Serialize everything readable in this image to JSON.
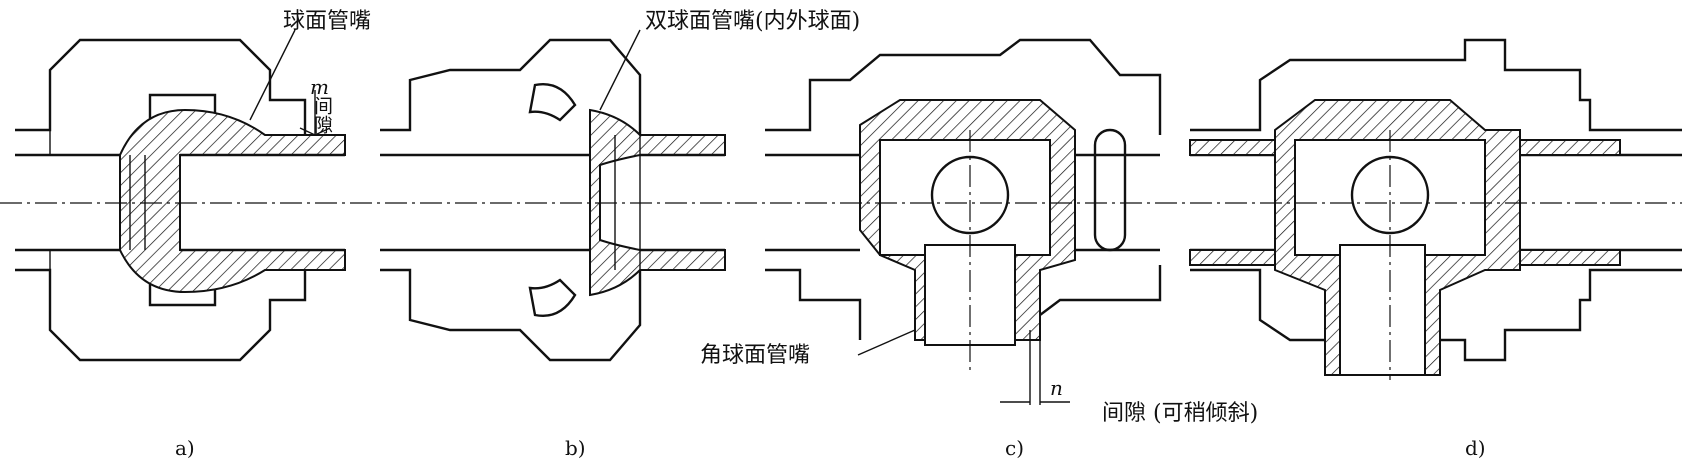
{
  "labels": {
    "a_callout": "球面管嘴",
    "b_callout": "双球面管嘴(内外球面)",
    "c_callout": "角球面管嘴",
    "a_gap_symbol": "m",
    "a_gap_text": "间隙",
    "c_gap_symbol": "n",
    "c_gap_text": "间隙 (可稍倾斜)"
  },
  "captions": [
    "a)",
    "b)",
    "c)",
    "d)"
  ]
}
